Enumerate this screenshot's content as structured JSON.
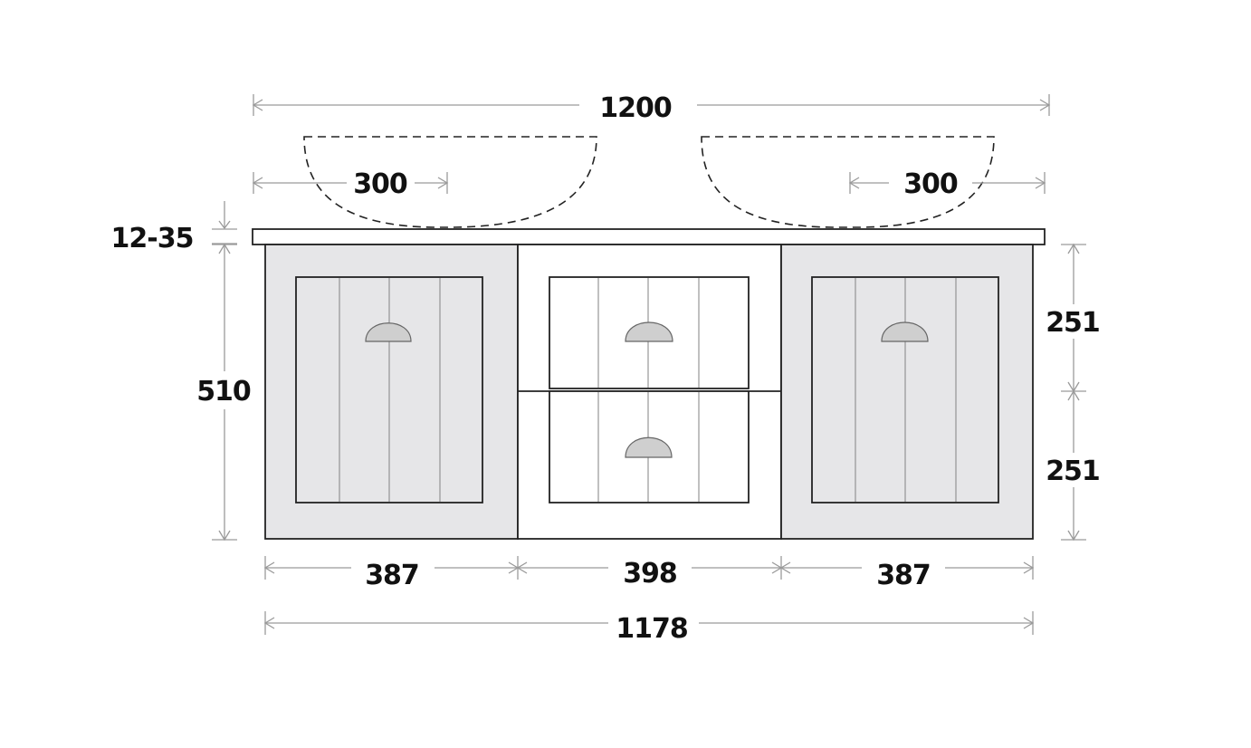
{
  "dimensions": {
    "overall_width": "1200",
    "basin_left_offset": "300",
    "basin_right_offset": "300",
    "top_thickness": "12-35",
    "cabinet_height": "510",
    "drawer_top_height": "251",
    "drawer_bottom_height": "251",
    "left_door_width": "387",
    "center_drawer_width": "398",
    "right_door_width": "387",
    "cabinet_width": "1178"
  },
  "colors": {
    "panel": "#e6e6e8",
    "outline": "#222222",
    "dimension_line": "#9a9a9a",
    "handle": "#cfcfcf"
  }
}
